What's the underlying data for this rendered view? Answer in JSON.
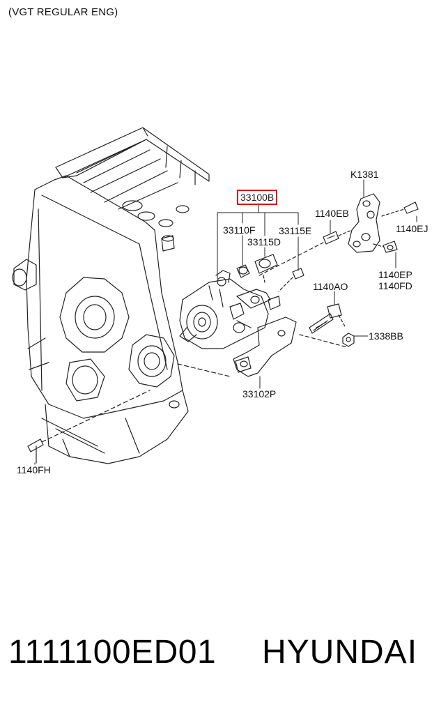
{
  "header": {
    "variant": "(VGT REGULAR ENG)"
  },
  "callouts": {
    "c33100B": "33100B",
    "c33110F": "33110F",
    "c33115D": "33115D",
    "c33115E": "33115E",
    "cK1381": "K1381",
    "c1140EB": "1140EB",
    "c1140EJ": "1140EJ",
    "c1140EP": "1140EP",
    "c1140FD": "1140FD",
    "c1140AO": "1140AO",
    "c1338BB": "1338BB",
    "c33102P": "33102P",
    "c1140FH": "1140FH"
  },
  "footer": {
    "part_number": "1111100ED01",
    "brand": "HYUNDAI"
  },
  "colors": {
    "highlight": "#d11111",
    "line": "#222222"
  }
}
